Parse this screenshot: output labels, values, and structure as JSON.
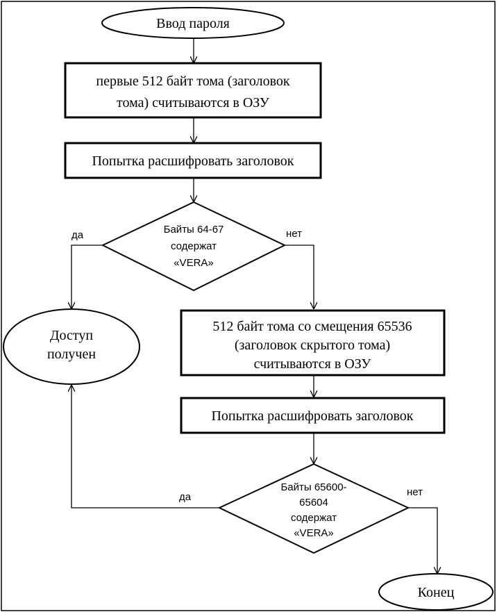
{
  "nodes": {
    "start": "Ввод пароля",
    "read_header": [
      "первые 512 байт тома (заголовок",
      "тома) считываются в ОЗУ"
    ],
    "decrypt_header": "Попытка расшифровать заголовок",
    "check_vera": [
      "Байты 64-67",
      "содержат",
      "«VERA»"
    ],
    "access_granted": [
      "Доступ",
      "получен"
    ],
    "read_hidden": [
      "512 байт тома со смещения 65536",
      "(заголовок скрытого тома)",
      "считываются в ОЗУ"
    ],
    "decrypt_hidden": "Попытка расшифровать заголовок",
    "check_hidden_vera": [
      "Байты 65600-",
      "65604",
      "содержат",
      "«VERA»"
    ],
    "end": "Конец"
  },
  "edges": {
    "yes_1": "да",
    "no_1": "нет",
    "yes_2": "да",
    "no_2": "нет"
  }
}
